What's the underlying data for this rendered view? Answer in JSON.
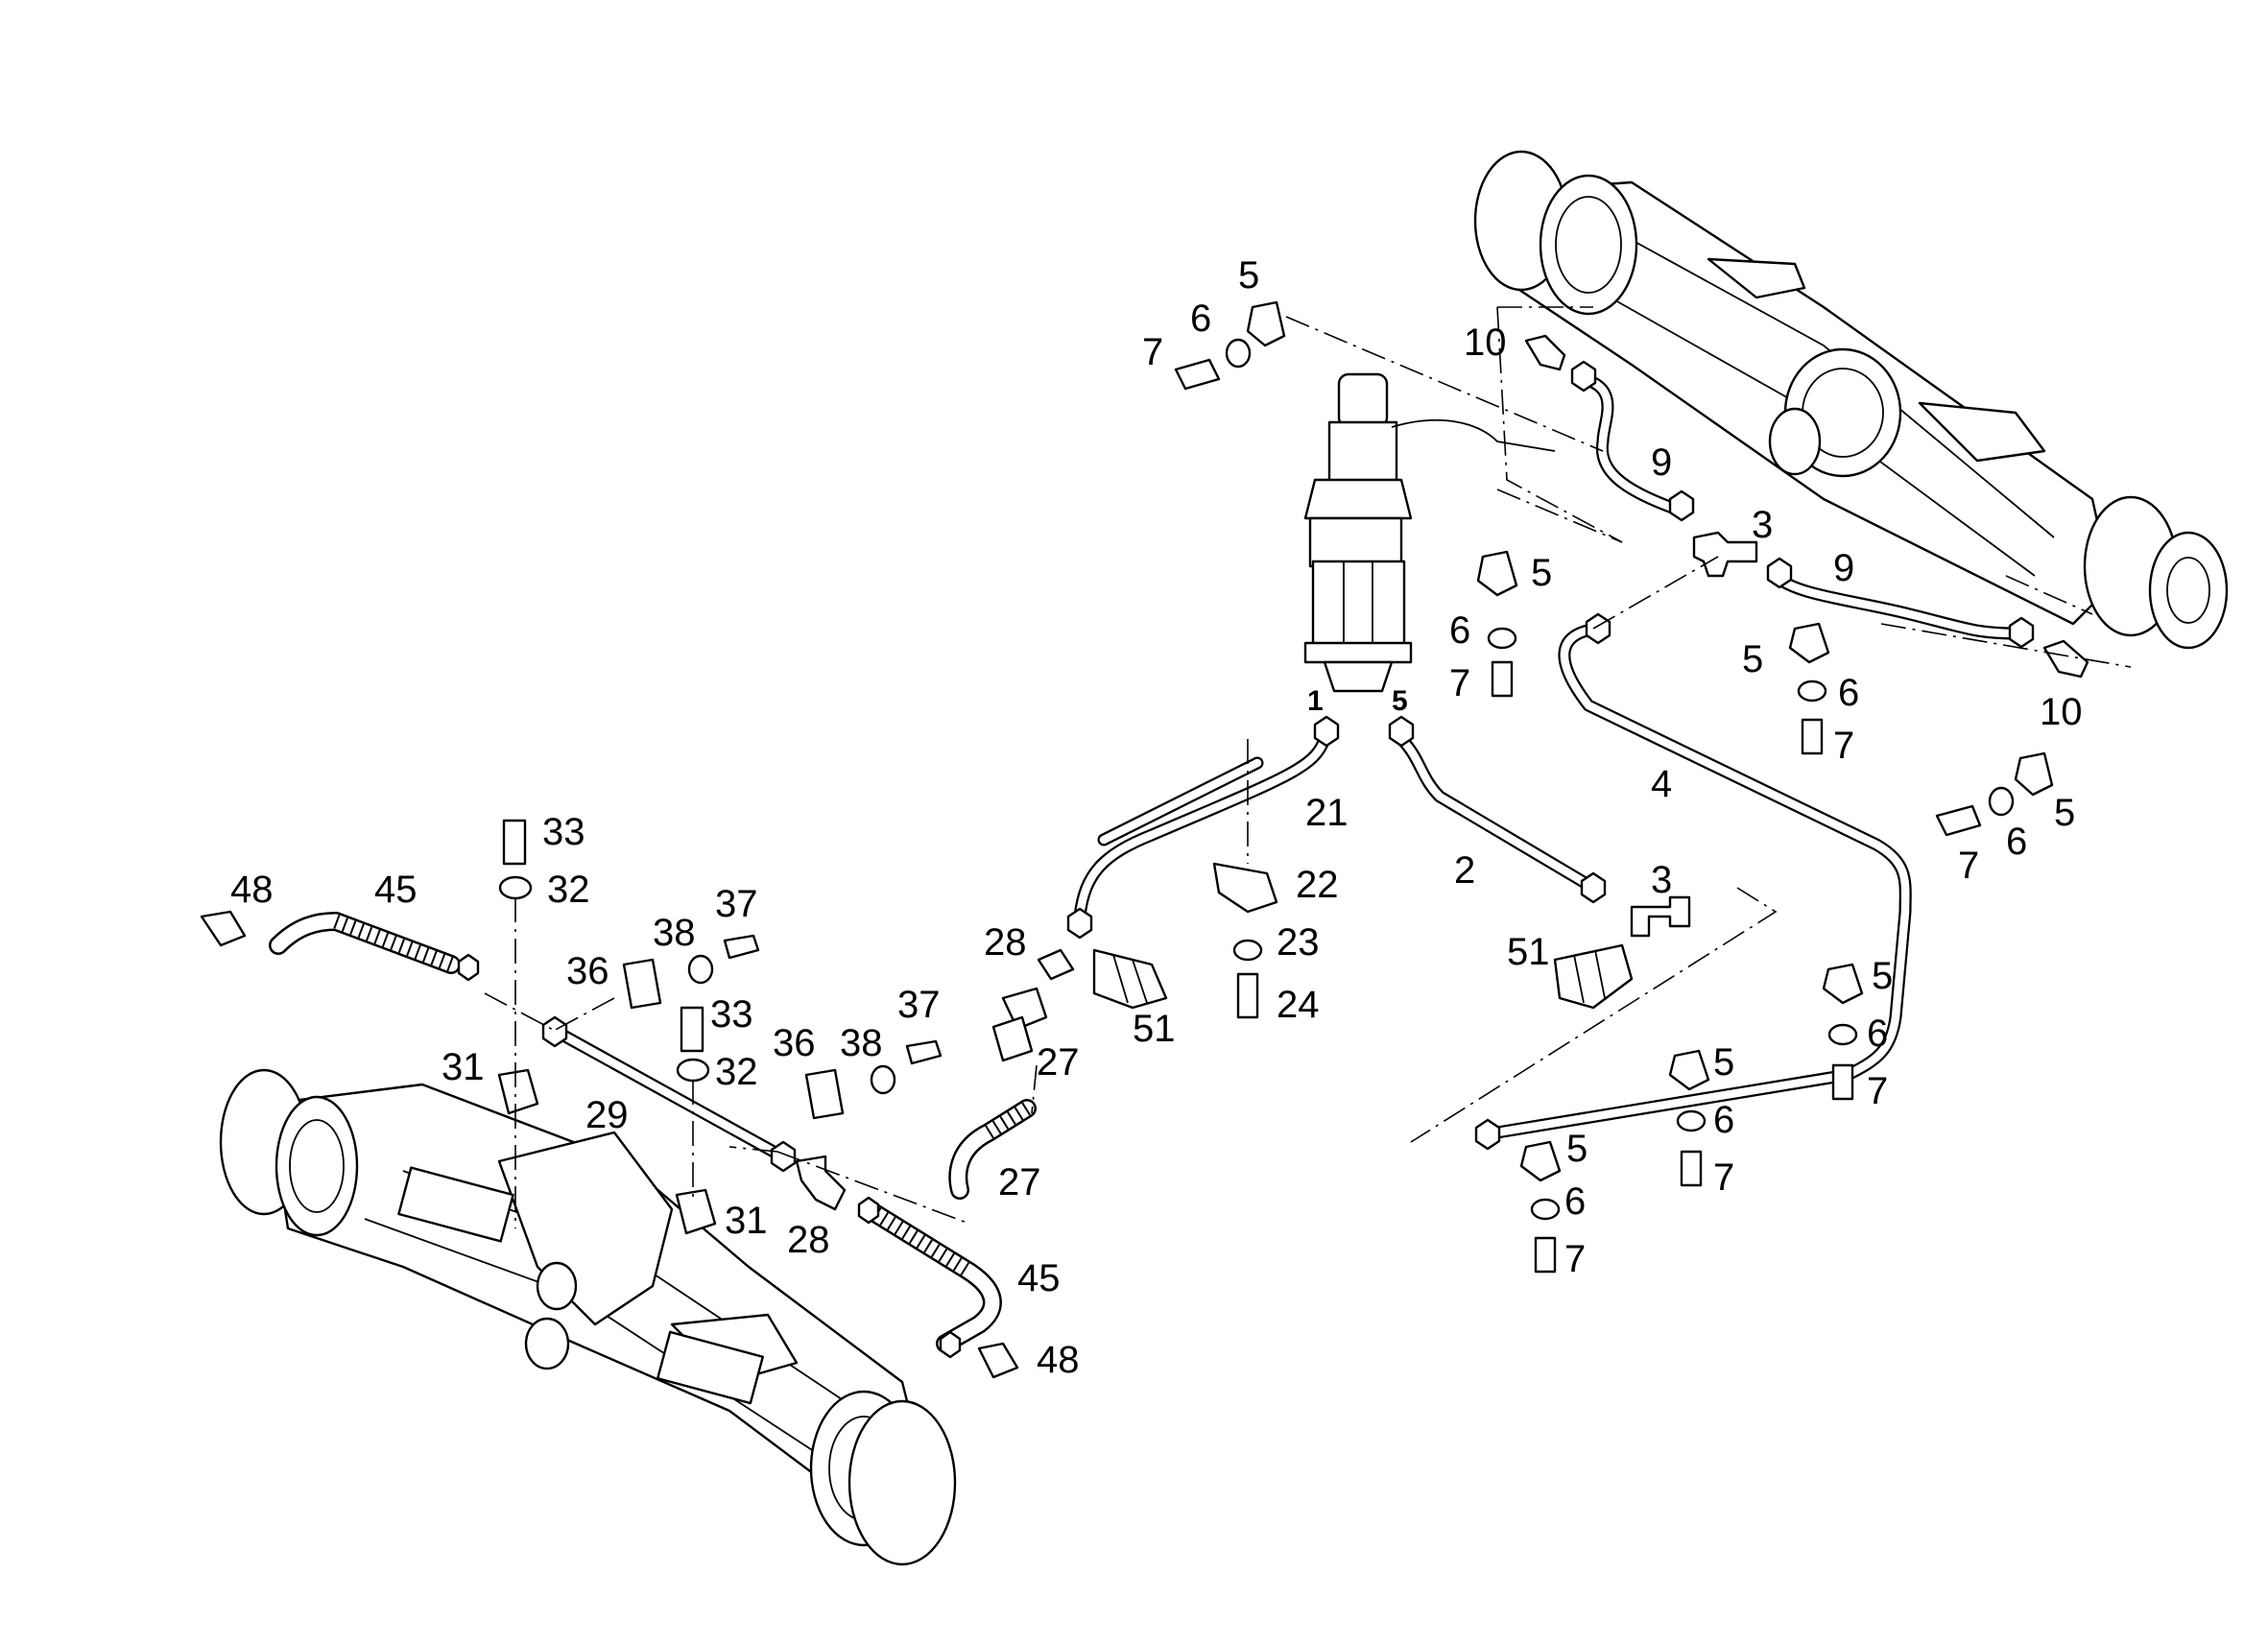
{
  "callouts": {
    "c1": "1",
    "c5_port": "5",
    "c2": "2",
    "c3a": "3",
    "c3b": "3",
    "c4": "4",
    "c5a": "5",
    "c5b": "5",
    "c5c": "5",
    "c5d": "5",
    "c5e": "5",
    "c5f": "5",
    "c5g": "5",
    "c6a": "6",
    "c6b": "6",
    "c6c": "6",
    "c6d": "6",
    "c6e": "6",
    "c6f": "6",
    "c6g": "6",
    "c7a": "7",
    "c7b": "7",
    "c7c": "7",
    "c7d": "7",
    "c7e": "7",
    "c7f": "7",
    "c7g": "7",
    "c9a": "9",
    "c9b": "9",
    "c10a": "10",
    "c10b": "10",
    "c21": "21",
    "c22": "22",
    "c23": "23",
    "c24": "24",
    "c27a": "27",
    "c27b": "27",
    "c28a": "28",
    "c28b": "28",
    "c29": "29",
    "c31a": "31",
    "c31b": "31",
    "c32a": "32",
    "c32b": "32",
    "c33a": "33",
    "c33b": "33",
    "c36a": "36",
    "c36b": "36",
    "c37a": "37",
    "c37b": "37",
    "c38a": "38",
    "c38b": "38",
    "c45a": "45",
    "c45b": "45",
    "c48a": "48",
    "c48b": "48",
    "c51a": "51",
    "c51b": "51"
  }
}
